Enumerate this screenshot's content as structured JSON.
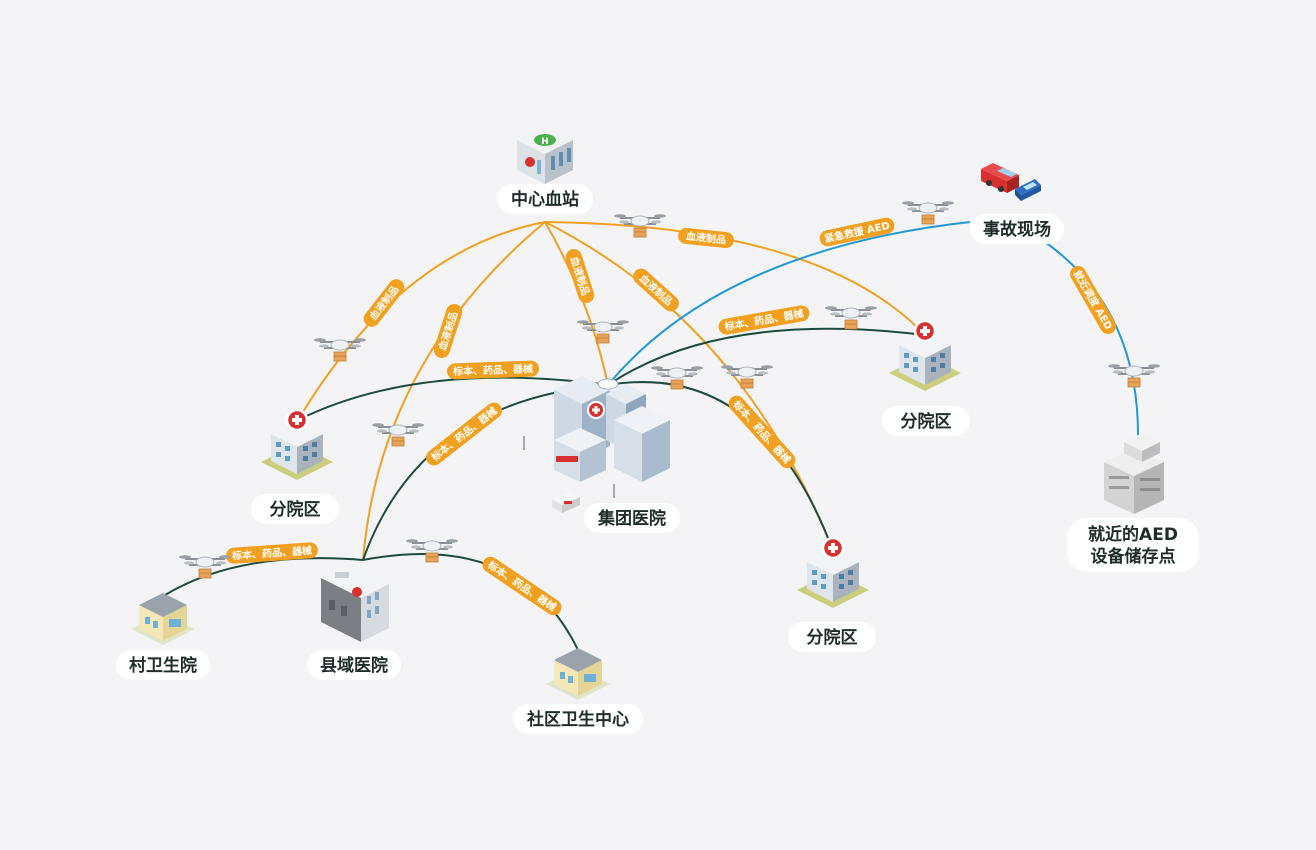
{
  "colors": {
    "background": "#f4f4f6",
    "blood_route": "#f2a01f",
    "specimen_route": "#1f4b3f",
    "aed_route": "#1f9ad6",
    "tag_orange": "#f2a01f",
    "label_text": "#1f2d2a"
  },
  "nodes": {
    "blood_station": "中心血站",
    "accident": "事故现场",
    "branch_right": "分院区",
    "branch_left": "分院区",
    "branch_bottom": "分院区",
    "group_hospital": "集团医院",
    "aed_storage_line1": "就近的AED",
    "aed_storage_line2": "设备储存点",
    "village": "村卫生院",
    "county": "县域医院",
    "community": "社区卫生中心"
  },
  "route_tags": {
    "blood": "血液制品",
    "specimen": "标本、药品、器械",
    "aed_emergency": "紧急救援 AED",
    "aed_dispatch": "就近调度 AED"
  },
  "icons": {
    "building": "hospital-building-icon",
    "drone": "delivery-drone-icon",
    "car": "accident-car-icon",
    "ambulance": "ambulance-icon"
  }
}
